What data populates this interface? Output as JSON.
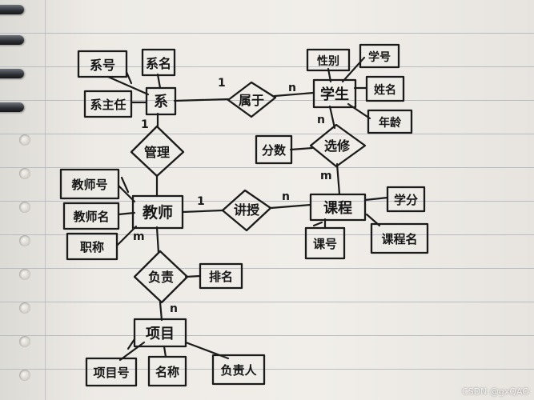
{
  "entities": {
    "department": "系",
    "student": "学生",
    "teacher": "教师",
    "course": "课程",
    "project": "项目"
  },
  "relationships": {
    "belongs_to": "属于",
    "manages": "管理",
    "selects": "选修",
    "teaches": "讲授",
    "leads": "负责"
  },
  "attributes": {
    "dept_id": "系号",
    "dept_name": "系名",
    "dept_head": "系主任",
    "student_gender": "性别",
    "student_id": "学号",
    "student_name": "姓名",
    "student_age": "年龄",
    "score": "分数",
    "teacher_id": "教师号",
    "teacher_name": "教师名",
    "teacher_title": "职称",
    "credit": "学分",
    "course_id": "课号",
    "course_name": "课程名",
    "ranking": "排名",
    "project_id": "项目号",
    "project_name": "名称",
    "project_lead": "负责人"
  },
  "cardinalities": {
    "dept_belongs": "1",
    "student_belongs": "n",
    "dept_manages": "1",
    "student_selects": "n",
    "course_selects": "m",
    "teacher_teaches": "1",
    "course_teaches": "n",
    "teacher_leads": "m",
    "project_leads": "n"
  },
  "watermark": "CSDN @gxQAO"
}
